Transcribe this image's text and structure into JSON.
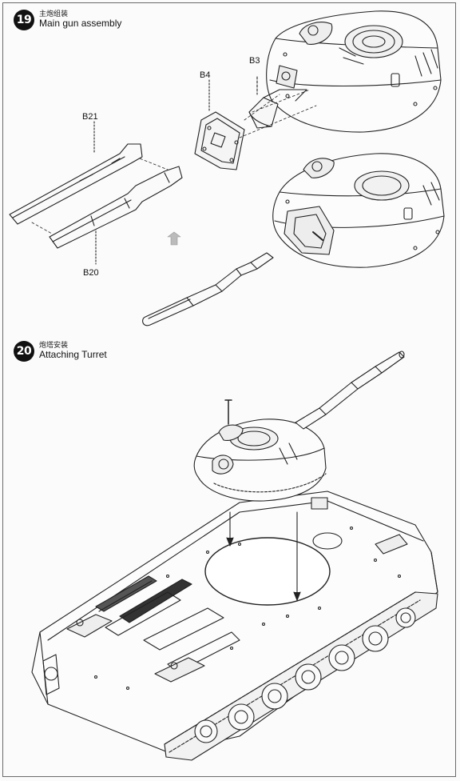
{
  "step19": {
    "number": "19",
    "title_cn": "主炮组装",
    "title_en": "Main gun assembly",
    "parts": {
      "b3": "B3",
      "b4": "B4",
      "b21": "B21",
      "b20": "B20"
    }
  },
  "step20": {
    "number": "20",
    "title_cn": "炮塔安装",
    "title_en": "Attaching Turret"
  },
  "icons": {
    "step19_arrow": "assembly-arrow-icon"
  }
}
